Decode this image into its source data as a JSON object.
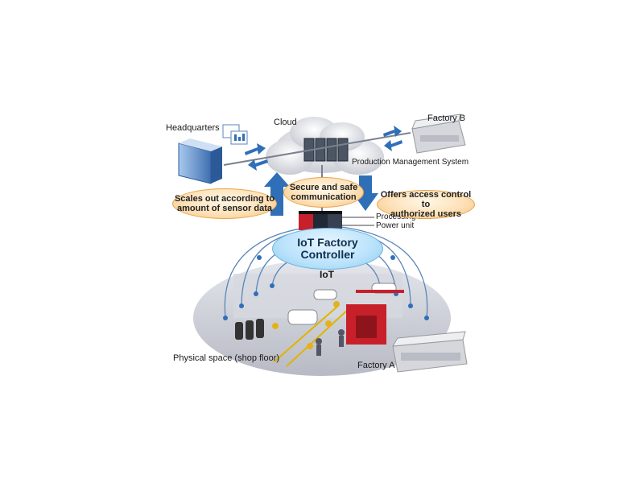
{
  "labels": {
    "headquarters": "Headquarters",
    "cloud": "Cloud",
    "factory_b": "Factory B",
    "production_management_system": "Production Management System",
    "processing_unit": "Processing unit",
    "power_unit": "Power unit",
    "iot": "IoT",
    "physical_space": "Physical space (shop floor)",
    "factory_a": "Factory A"
  },
  "callouts": {
    "scales_out": [
      "Scales out according to",
      "amount of sensor data"
    ],
    "secure": [
      "Secure and safe",
      "communication"
    ],
    "access_control": [
      "Offers access control to",
      "authorized users"
    ]
  },
  "controller": [
    "IoT Factory",
    "Controller"
  ],
  "colors": {
    "arrow_blue": "#2f6fb8",
    "callout_orange": "#f6c27e",
    "controller_blue": "#b9e2fb",
    "unit_red": "#c8202a"
  }
}
